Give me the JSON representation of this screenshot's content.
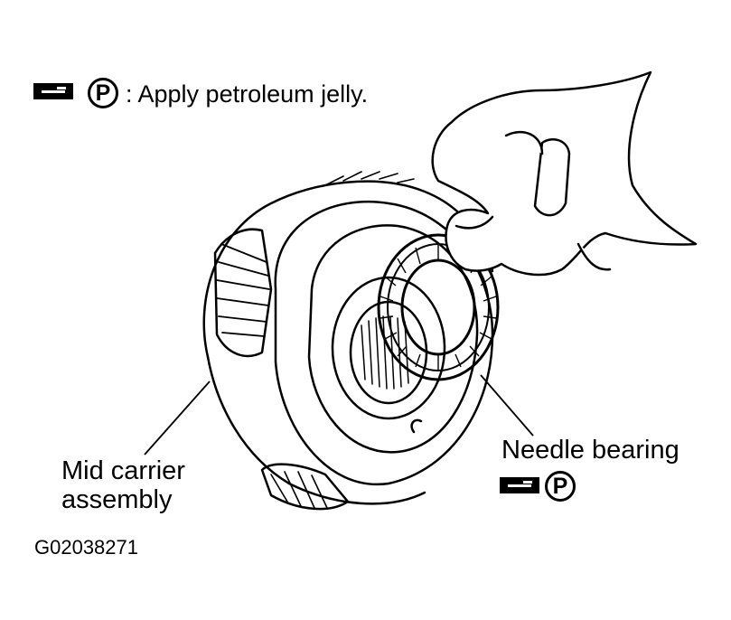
{
  "legend": {
    "icon": "grease-tube-icon",
    "symbol": "P",
    "text": ": Apply petroleum jelly."
  },
  "callouts": {
    "needle_bearing": {
      "line1": "Needle bearing",
      "icon": "grease-tube-icon",
      "symbol": "P"
    },
    "mid_carrier": {
      "line1": "Mid carrier",
      "line2": "assembly"
    }
  },
  "figure_id": "G02038271",
  "colors": {
    "ink": "#000000",
    "paper": "#ffffff"
  }
}
